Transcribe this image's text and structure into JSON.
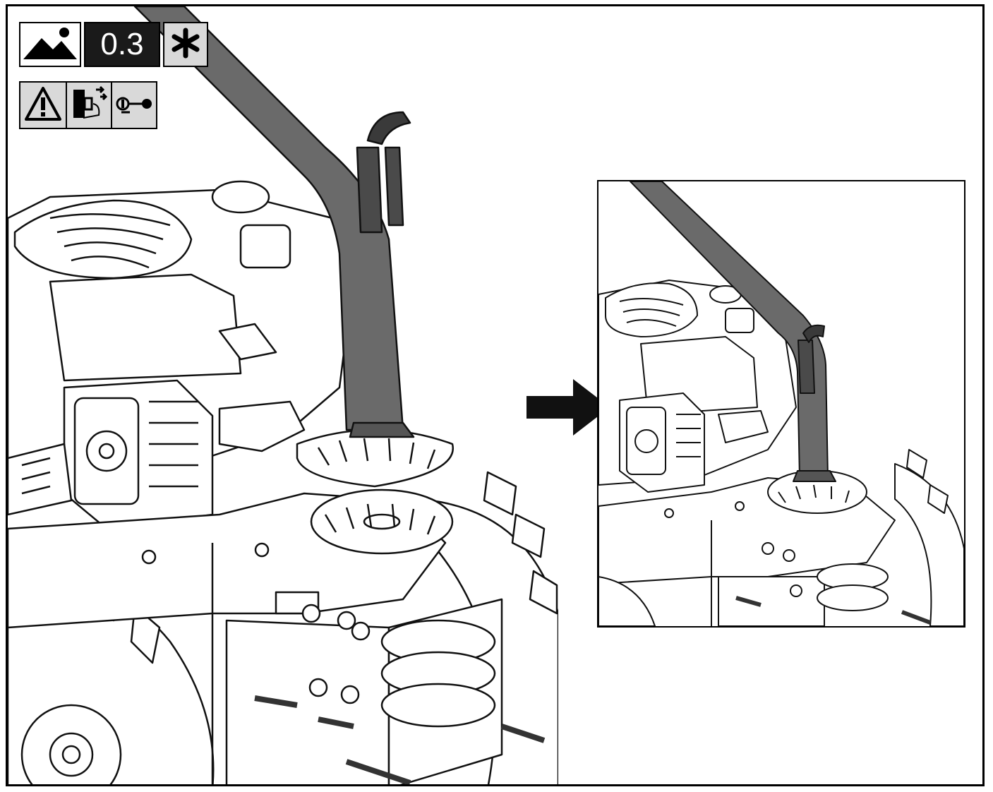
{
  "header": {
    "image_icon": "mountain-image-icon",
    "time_value": "0.3",
    "tool_icon": "asterisk-icon"
  },
  "safety_icons": [
    "warning-triangle-icon",
    "disconnect-spark-plug-icon",
    "remove-key-icon"
  ],
  "colors": {
    "frame": "#000000",
    "badge_dark": "#1a1a1a",
    "badge_light": "#d9d9d9",
    "tube": "#5a5a5a",
    "outline": "#111111"
  },
  "illustration": {
    "main_view": "engine-and-tiller-with-handle-tube-lifted",
    "detail_view": "handle-tube-seated-on-collar",
    "arrow_icon": "right-arrow-icon"
  }
}
